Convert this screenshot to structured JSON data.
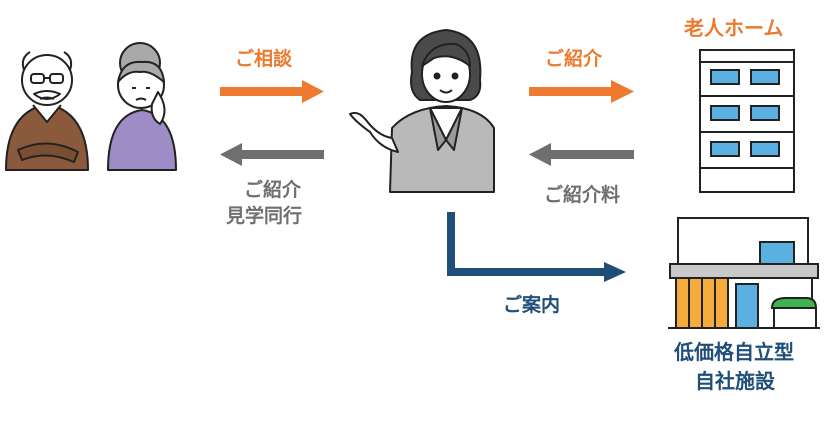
{
  "labels": {
    "consult": "ご相談",
    "introduce_to_home": "ご紹介",
    "elderly_home": "老人ホーム",
    "introduce_back_line1": "ご紹介",
    "introduce_back_line2": "見学同行",
    "introduction_fee": "ご紹介料",
    "guidance": "ご案内",
    "own_facility_line1": "低価格自立型",
    "own_facility_line2": "自社施設"
  },
  "colors": {
    "orange": "#ee7a2f",
    "gray": "#6f6f6f",
    "navy": "#1f4e79",
    "shirt_brown": "#8b5a3c",
    "shirt_purple": "#9e8cc7",
    "suit_gray": "#b9b9b9",
    "window_blue": "#5ab0e0",
    "awning_orange": "#f5ac3c",
    "roof_green": "#3fb34f"
  },
  "icons": {
    "elderly_man": "elderly-man-icon",
    "elderly_woman": "elderly-woman-icon",
    "consultant": "consultant-woman-icon",
    "nursing_home": "apartment-building-icon",
    "own_facility": "small-facility-icon"
  }
}
